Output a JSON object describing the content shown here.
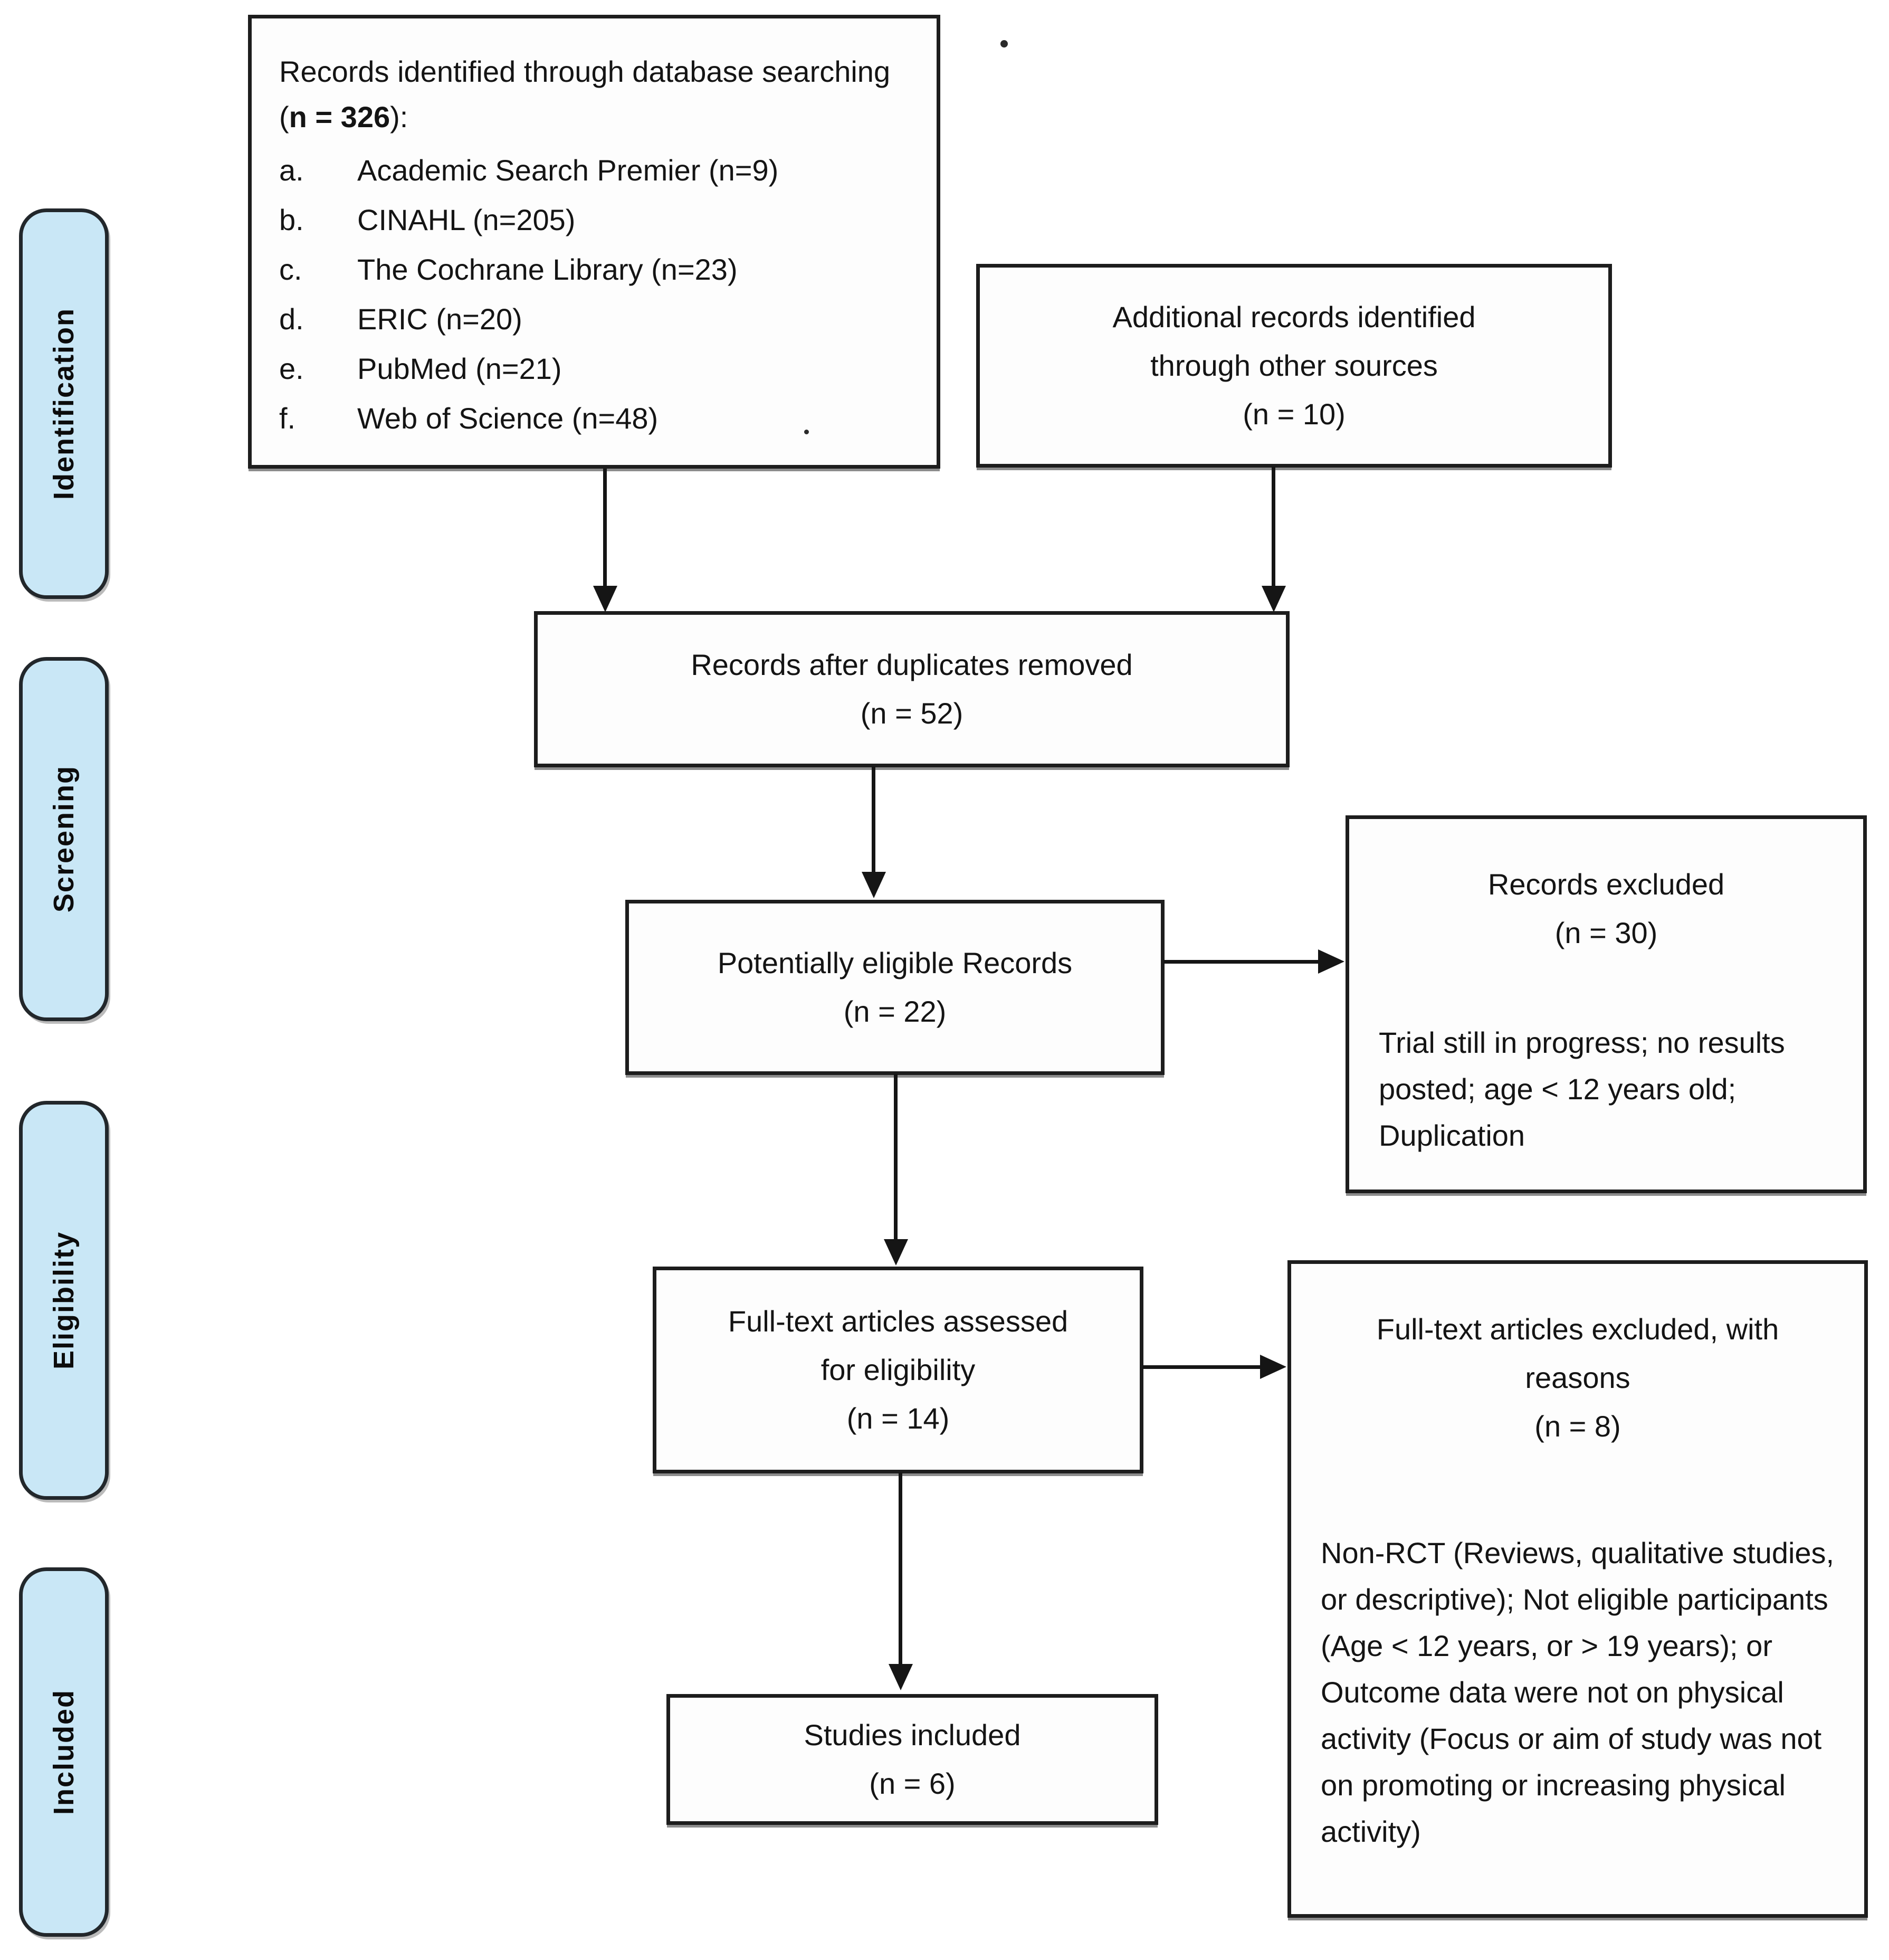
{
  "diagram": {
    "kind": "PRISMA flow diagram",
    "colors": {
      "stage_fill": "#c9e7f6",
      "box_border": "#1d1d1d",
      "arrow": "#151515"
    },
    "stages": {
      "identification": "Identification",
      "screening": "Screening",
      "eligibility": "Eligibility",
      "included": "Included"
    },
    "boxes": {
      "database_records": {
        "title_start": "Records identified through database searching (",
        "title_bold": "n = 326",
        "title_end": "):",
        "items": [
          {
            "marker": "a.",
            "text": "Academic Search Premier (n=9)"
          },
          {
            "marker": "b.",
            "text": "CINAHL (n=205)"
          },
          {
            "marker": "c.",
            "text": "The Cochrane Library (n=23)"
          },
          {
            "marker": "d.",
            "text": "ERIC (n=20)"
          },
          {
            "marker": "e.",
            "text": "PubMed (n=21)"
          },
          {
            "marker": "f.",
            "text": "Web of Science (n=48)"
          }
        ]
      },
      "additional_records": {
        "lines": [
          "Additional records identified",
          "through other sources",
          "(n = 10)"
        ]
      },
      "duplicates_removed": {
        "lines": [
          "Records after duplicates removed",
          "(n = 52)"
        ]
      },
      "potentially_eligible": {
        "lines": [
          "Potentially eligible Records",
          "(n = 22)"
        ]
      },
      "records_excluded": {
        "title_lines": [
          "Records excluded",
          "(n = 30)"
        ],
        "body": "Trial still in progress; no results posted; age < 12 years old; Duplication"
      },
      "fulltext_assessed": {
        "lines": [
          "Full-text articles assessed",
          "for eligibility",
          "(n = 14)"
        ]
      },
      "fulltext_excluded": {
        "title_lines": [
          "Full-text articles excluded, with",
          "reasons",
          "(n = 8)"
        ],
        "body": "Non-RCT (Reviews, qualitative studies, or descriptive); Not eligible participants (Age < 12 years, or > 19 years); or Outcome data were not on physical activity (Focus or aim of study was not on promoting or increasing physical activity)"
      },
      "studies_included": {
        "lines": [
          "Studies included",
          "(n = 6)"
        ]
      }
    }
  }
}
